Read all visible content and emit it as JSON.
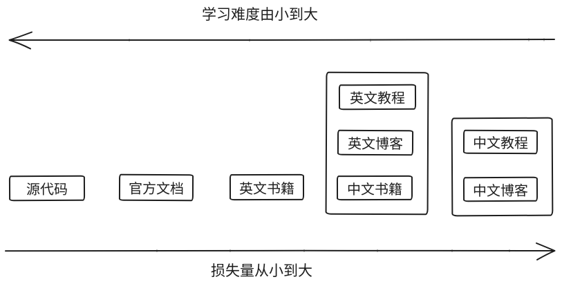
{
  "diagram": {
    "top_axis": {
      "label": "学习难度由小到大",
      "direction": "left"
    },
    "bottom_axis": {
      "label": "损失量从小到大",
      "direction": "right"
    },
    "boxes": [
      {
        "label": "源代码"
      },
      {
        "label": "官方文档"
      },
      {
        "label": "英文书籍"
      }
    ],
    "groups": [
      {
        "items": [
          {
            "label": "英文教程"
          },
          {
            "label": "英文博客"
          },
          {
            "label": "中文书籍"
          }
        ]
      },
      {
        "items": [
          {
            "label": "中文教程"
          },
          {
            "label": "中文博客"
          }
        ]
      }
    ],
    "colors": {
      "stroke": "#1d1d1d",
      "background": "#ffffff"
    }
  }
}
